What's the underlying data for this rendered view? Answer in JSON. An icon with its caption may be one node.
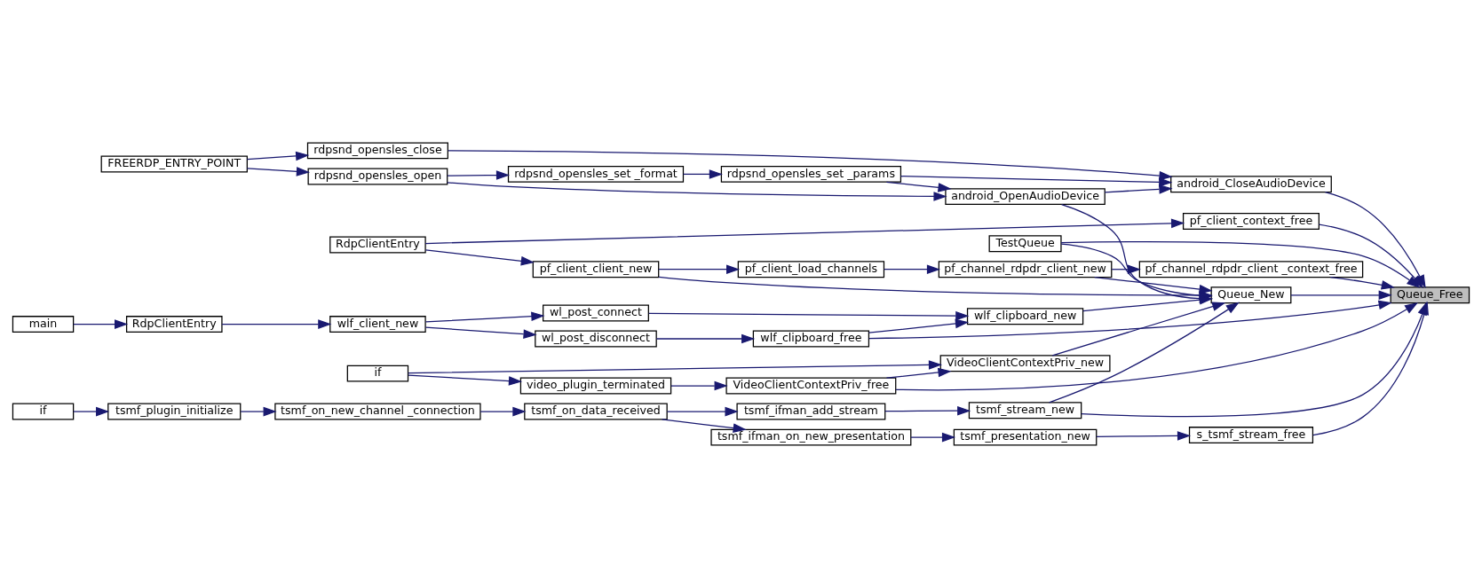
{
  "diagram": {
    "nodes": [
      {
        "text": [
          "Queue_Free"
        ]
      },
      {
        "text": [
          "rdpsnd_opensles_close"
        ]
      },
      {
        "text": [
          "android_CloseAudioDevice"
        ]
      },
      {
        "text": [
          "FREERDP_ENTRY_POINT"
        ]
      },
      {
        "text": [
          "rdpsnd_opensles_open"
        ]
      },
      {
        "text": [
          "rdpsnd_opensles_set _format"
        ]
      },
      {
        "text": [
          "rdpsnd_opensles_set _params"
        ]
      },
      {
        "text": [
          "android_OpenAudioDevice"
        ]
      },
      {
        "text": [
          "pf_client_context_free"
        ]
      },
      {
        "text": [
          "RdpClientEntry"
        ]
      },
      {
        "text": [
          "TestQueue"
        ]
      },
      {
        "text": [
          "pf_channel_rdpdr_client _context_free"
        ]
      },
      {
        "text": [
          "pf_client_client_new"
        ]
      },
      {
        "text": [
          "pf_client_load_channels"
        ]
      },
      {
        "text": [
          "pf_channel_rdpdr_client_new"
        ]
      },
      {
        "text": [
          "Queue_New"
        ]
      },
      {
        "text": [
          "tsmf_stream_new"
        ]
      },
      {
        "text": [
          "tsmf_ifman_add_stream"
        ]
      },
      {
        "text": [
          "tsmf_on_data_received"
        ]
      },
      {
        "text": [
          "tsmf_on_new_channel _connection"
        ]
      },
      {
        "text": [
          "tsmf_plugin_initialize"
        ]
      },
      {
        "text": [
          "if"
        ]
      },
      {
        "text": [
          "tsmf_ifman_on_new_presentation"
        ]
      },
      {
        "text": [
          "tsmf_presentation_new"
        ]
      },
      {
        "text": [
          "s_tsmf_stream_free"
        ]
      },
      {
        "text": [
          "VideoClientContextPriv_new"
        ]
      },
      {
        "text": [
          "VideoClientContextPriv_free"
        ]
      },
      {
        "text": [
          "if"
        ]
      },
      {
        "text": [
          "video_plugin_terminated"
        ]
      },
      {
        "text": [
          "wlf_clipboard_free"
        ]
      },
      {
        "text": [
          "wlf_clipboard_new"
        ]
      },
      {
        "text": [
          "wl_post_connect"
        ]
      },
      {
        "text": [
          "wl_post_disconnect"
        ]
      },
      {
        "text": [
          "wlf_client_new"
        ]
      },
      {
        "text": [
          "RdpClientEntry"
        ]
      },
      {
        "text": [
          "main"
        ]
      }
    ],
    "edges": [
      {
        "from": 3,
        "to": 1,
        "arrow": "to"
      },
      {
        "from": 3,
        "to": 4,
        "arrow": "to"
      },
      {
        "from": 1,
        "to": 2,
        "arrow": "to"
      },
      {
        "from": 4,
        "to": 5,
        "arrow": "to"
      },
      {
        "from": 5,
        "to": 6,
        "arrow": "to"
      },
      {
        "from": 6,
        "to": 2,
        "arrow": "to"
      },
      {
        "from": 6,
        "to": 7,
        "arrow": "to"
      },
      {
        "from": 4,
        "to": 7,
        "arrow": "to"
      },
      {
        "from": 7,
        "to": 2,
        "arrow": "to"
      },
      {
        "from": 2,
        "to": 0,
        "arrow": "to"
      },
      {
        "from": 7,
        "to": 15,
        "arrow": "to"
      },
      {
        "from": 9,
        "to": 8,
        "arrow": "to"
      },
      {
        "from": 8,
        "to": 0,
        "arrow": "to"
      },
      {
        "from": 9,
        "to": 12,
        "arrow": "to"
      },
      {
        "from": 12,
        "to": 13,
        "arrow": "to"
      },
      {
        "from": 13,
        "to": 14,
        "arrow": "to"
      },
      {
        "from": 14,
        "to": 11,
        "arrow": "to"
      },
      {
        "from": 11,
        "to": 0,
        "arrow": "to"
      },
      {
        "from": 14,
        "to": 15,
        "arrow": "to"
      },
      {
        "from": 12,
        "to": 15,
        "arrow": "to"
      },
      {
        "from": 10,
        "to": 0,
        "arrow": "to"
      },
      {
        "from": 10,
        "to": 15,
        "arrow": "to"
      },
      {
        "from": 15,
        "to": 0,
        "arrow": "to"
      },
      {
        "from": 16,
        "to": 15,
        "arrow": "to"
      },
      {
        "from": 16,
        "to": 0,
        "arrow": "to"
      },
      {
        "from": 17,
        "to": 16,
        "arrow": "to"
      },
      {
        "from": 18,
        "to": 17,
        "arrow": "to"
      },
      {
        "from": 19,
        "to": 18,
        "arrow": "to"
      },
      {
        "from": 20,
        "to": 19,
        "arrow": "to"
      },
      {
        "from": 21,
        "to": 20,
        "arrow": "to"
      },
      {
        "from": 18,
        "to": 22,
        "arrow": "to"
      },
      {
        "from": 22,
        "to": 23,
        "arrow": "to"
      },
      {
        "from": 23,
        "to": 24,
        "arrow": "to"
      },
      {
        "from": 24,
        "to": 0,
        "arrow": "to"
      },
      {
        "from": 25,
        "to": 15,
        "arrow": "to"
      },
      {
        "from": 26,
        "to": 0,
        "arrow": "to"
      },
      {
        "from": 26,
        "to": 25,
        "arrow": "to"
      },
      {
        "from": 27,
        "to": 25,
        "arrow": "to"
      },
      {
        "from": 27,
        "to": 28,
        "arrow": "to"
      },
      {
        "from": 28,
        "to": 26,
        "arrow": "to"
      },
      {
        "from": 29,
        "to": 0,
        "arrow": "to"
      },
      {
        "from": 30,
        "to": 15,
        "arrow": "to"
      },
      {
        "from": 29,
        "to": 30,
        "arrow": "to"
      },
      {
        "from": 31,
        "to": 30,
        "arrow": "to"
      },
      {
        "from": 32,
        "to": 29,
        "arrow": "to"
      },
      {
        "from": 33,
        "to": 31,
        "arrow": "to"
      },
      {
        "from": 33,
        "to": 32,
        "arrow": "to"
      },
      {
        "from": 34,
        "to": 33,
        "arrow": "to"
      },
      {
        "from": 35,
        "to": 34,
        "arrow": "to"
      }
    ]
  }
}
